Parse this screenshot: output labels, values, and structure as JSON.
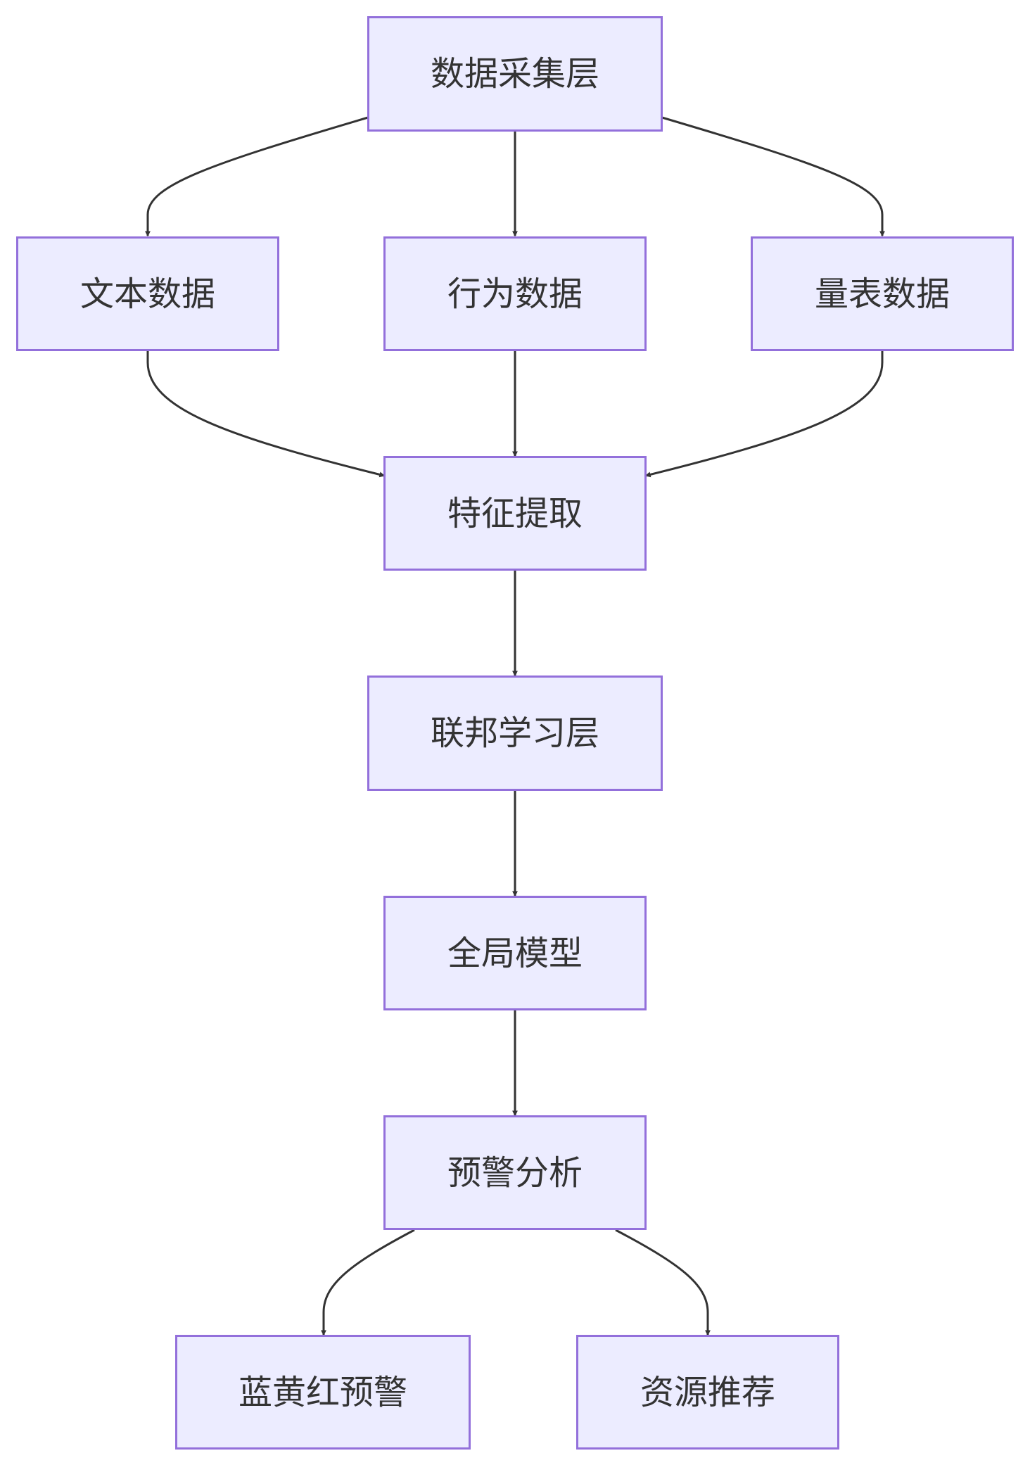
{
  "diagram": {
    "colors": {
      "node_fill": "#ececff",
      "node_border": "#9370db",
      "text": "#333333",
      "edge": "#333333",
      "background": "#ffffff"
    },
    "nodes": {
      "data_collection": "数据采集层",
      "text_data": "文本数据",
      "behavior_data": "行为数据",
      "scale_data": "量表数据",
      "feature_extraction": "特征提取",
      "federated_learning": "联邦学习层",
      "global_model": "全局模型",
      "warning_analysis": "预警分析",
      "tiered_warning": "蓝黄红预警",
      "resource_recommendation": "资源推荐"
    },
    "edges": [
      {
        "from": "data_collection",
        "to": "text_data"
      },
      {
        "from": "data_collection",
        "to": "behavior_data"
      },
      {
        "from": "data_collection",
        "to": "scale_data"
      },
      {
        "from": "text_data",
        "to": "feature_extraction"
      },
      {
        "from": "behavior_data",
        "to": "feature_extraction"
      },
      {
        "from": "scale_data",
        "to": "feature_extraction"
      },
      {
        "from": "feature_extraction",
        "to": "federated_learning"
      },
      {
        "from": "federated_learning",
        "to": "global_model"
      },
      {
        "from": "global_model",
        "to": "warning_analysis"
      },
      {
        "from": "warning_analysis",
        "to": "tiered_warning"
      },
      {
        "from": "warning_analysis",
        "to": "resource_recommendation"
      }
    ]
  }
}
